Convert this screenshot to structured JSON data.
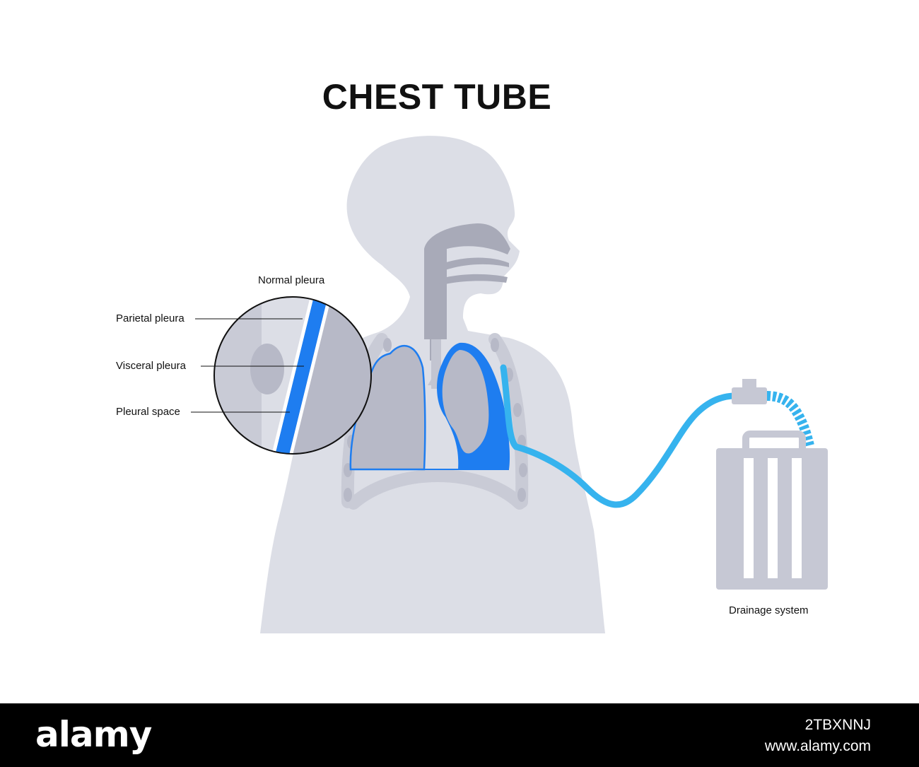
{
  "title": "CHEST TUBE",
  "labels": {
    "normal_pleura": "Normal pleura",
    "parietal_pleura": "Parietal pleura",
    "visceral_pleura": "Visceral pleura",
    "pleural_space": "Pleural space",
    "drainage_system": "Drainage system"
  },
  "footer": {
    "logo": "alamy",
    "image_id": "2TBXNNJ",
    "url": "www.alamy.com"
  },
  "colors": {
    "body": "#dcdee6",
    "organ": "#b7b9c7",
    "airway": "#a8aab8",
    "accent_blue": "#1e7df0",
    "tube_blue": "#36b3ee",
    "drainage_box": "#c6c8d4"
  }
}
